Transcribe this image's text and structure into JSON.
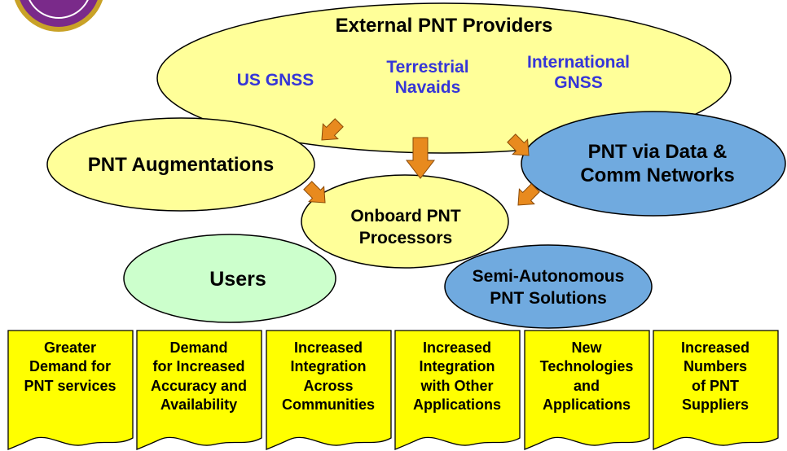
{
  "colors": {
    "ellipse_yellow": "#ffff99",
    "ellipse_blue": "#70aadf",
    "ellipse_green": "#ccffcc",
    "card_yellow": "#ffff00",
    "arrow_orange": "#e88a1e",
    "provider_text_blue": "#3535d8",
    "seal_purple": "#7a2a8a"
  },
  "providers": {
    "title": "External PNT Providers",
    "us_gnss": "US GNSS",
    "terrestrial_line1": "Terrestrial",
    "terrestrial_line2": "Navaids",
    "international_line1": "International",
    "international_line2": "GNSS"
  },
  "augmentations": {
    "label": "PNT Augmentations"
  },
  "data_comm": {
    "line1": "PNT via Data &",
    "line2": "Comm Networks"
  },
  "onboard": {
    "line1": "Onboard PNT",
    "line2": "Processors"
  },
  "users": {
    "label": "Users"
  },
  "semi_autonomous": {
    "line1": "Semi-Autonomous",
    "line2": "PNT Solutions"
  },
  "trend_cards": [
    {
      "lines": [
        "Greater",
        "Demand for",
        "PNT services"
      ]
    },
    {
      "lines": [
        "Demand",
        "for Increased",
        "Accuracy and",
        "Availability"
      ]
    },
    {
      "lines": [
        "Increased",
        "Integration",
        "Across",
        "Communities"
      ]
    },
    {
      "lines": [
        "Increased",
        "Integration",
        "with Other",
        "Applications"
      ]
    },
    {
      "lines": [
        "New",
        "Technologies",
        "and",
        "Applications"
      ]
    },
    {
      "lines": [
        "Increased",
        "Numbers",
        "of PNT",
        "Suppliers"
      ]
    }
  ],
  "seal_icon": "seal-logo-icon"
}
